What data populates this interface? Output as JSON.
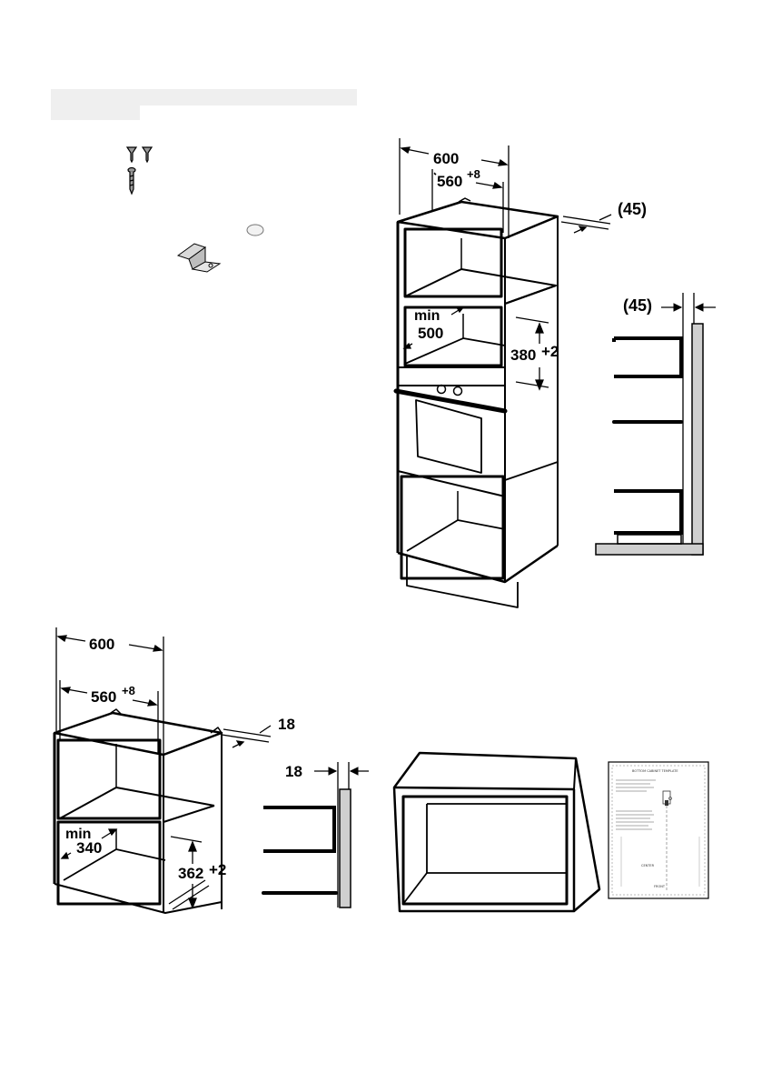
{
  "colors": {
    "header_bar": "#efefef",
    "line": "#000000",
    "wall_gray": "#cfcfcf",
    "hardware_gray": "#9a9a9a"
  },
  "icons": {
    "screw_small": "wood-screw-icon",
    "screw_long": "long-screw-icon",
    "bracket": "mounting-bracket-icon",
    "washer": "round-washer-icon",
    "template": "cabinet-template-sheet"
  },
  "tall_cabinet": {
    "width_outer": "600",
    "width_inner_base": "560",
    "width_inner_tol": "+8",
    "gap_top": "(45)",
    "depth_min_label": "min",
    "depth_min_value": "500",
    "height_base": "380",
    "height_tol": "+2"
  },
  "side_view_tall": {
    "gap": "(45)"
  },
  "wall_cabinet": {
    "width_outer": "600",
    "width_inner_base": "560",
    "width_inner_tol": "+8",
    "thickness": "18",
    "depth_min_label": "min",
    "depth_min_value": "340",
    "height_base": "362",
    "height_tol": "+2"
  },
  "side_view_wall": {
    "thickness": "18"
  },
  "template_sheet": {
    "title": "BOTTOM CABINET TEMPLATE",
    "center_label": "CENTER",
    "front_label": "FRONT"
  }
}
